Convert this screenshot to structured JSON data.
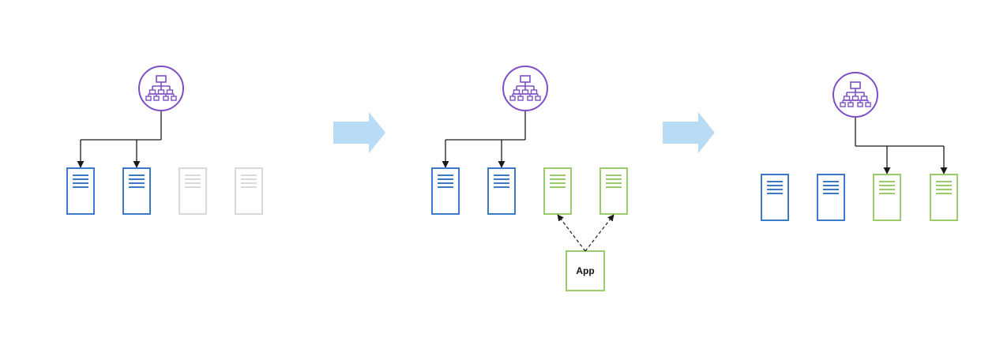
{
  "colors": {
    "blue_server": "#3b79c9",
    "green_server": "#9ccb6c",
    "inactive_server": "#d9d9d9",
    "load_balancer": "#7d4fc6",
    "arrow_block": "#b9dbf5",
    "connector": "#1a1a1a",
    "app_box": "#9ccb6c",
    "background": "#ffffff"
  },
  "stages": [
    {
      "load_balancer_icon": "load-balancer-icon",
      "servers": [
        "blue",
        "blue",
        "inactive",
        "inactive"
      ],
      "routes_to": [
        0,
        1
      ]
    },
    {
      "load_balancer_icon": "load-balancer-icon",
      "servers": [
        "blue",
        "blue",
        "green",
        "green"
      ],
      "routes_to": [
        0,
        1
      ],
      "app_box": {
        "label": "App",
        "deploys_to": [
          2,
          3
        ]
      }
    },
    {
      "load_balancer_icon": "load-balancer-icon",
      "servers": [
        "blue",
        "blue",
        "green",
        "green"
      ],
      "routes_to": [
        2,
        3
      ]
    }
  ],
  "transition_icons": [
    "right-arrow-icon",
    "right-arrow-icon"
  ]
}
